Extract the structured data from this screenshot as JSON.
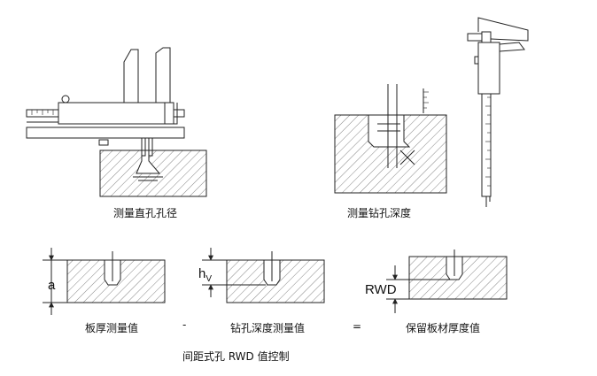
{
  "captions": {
    "measure_straight_hole": "测量直孔孔径",
    "measure_drill_hole_depth": "测量钻孔深度",
    "plate_thickness_value": "板厚测量值",
    "drill_depth_value": "钻孔深度测量值",
    "remaining_thickness_value": "保留板材厚度值",
    "footer_title": "间距式孔 RWD 值控制"
  },
  "operators": {
    "minus": "-",
    "equals": "="
  },
  "dimension_labels": {
    "a": "a",
    "h": "h",
    "h_sub": "V",
    "rwd": "RWD"
  },
  "colors": {
    "line": "#222222",
    "hatch": "#555555",
    "background": "#ffffff"
  }
}
